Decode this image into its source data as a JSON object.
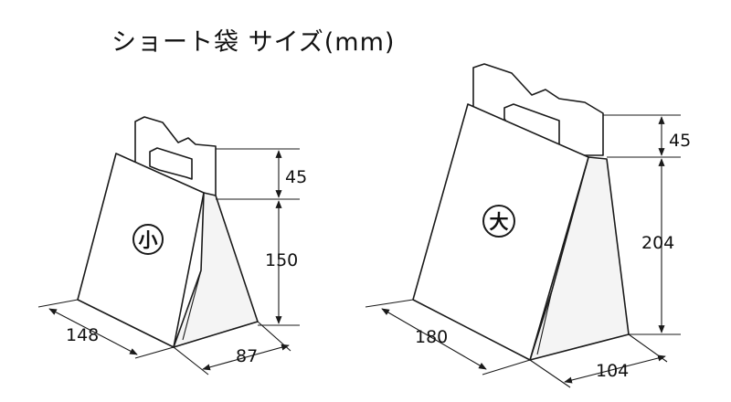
{
  "title": "ショート袋 サイズ(mm)",
  "small": {
    "badge": "小",
    "handle_height": "45",
    "bag_height": "150",
    "width": "148",
    "depth": "87"
  },
  "large": {
    "badge": "大",
    "handle_height": "45",
    "bag_height": "204",
    "width": "180",
    "depth": "104"
  }
}
